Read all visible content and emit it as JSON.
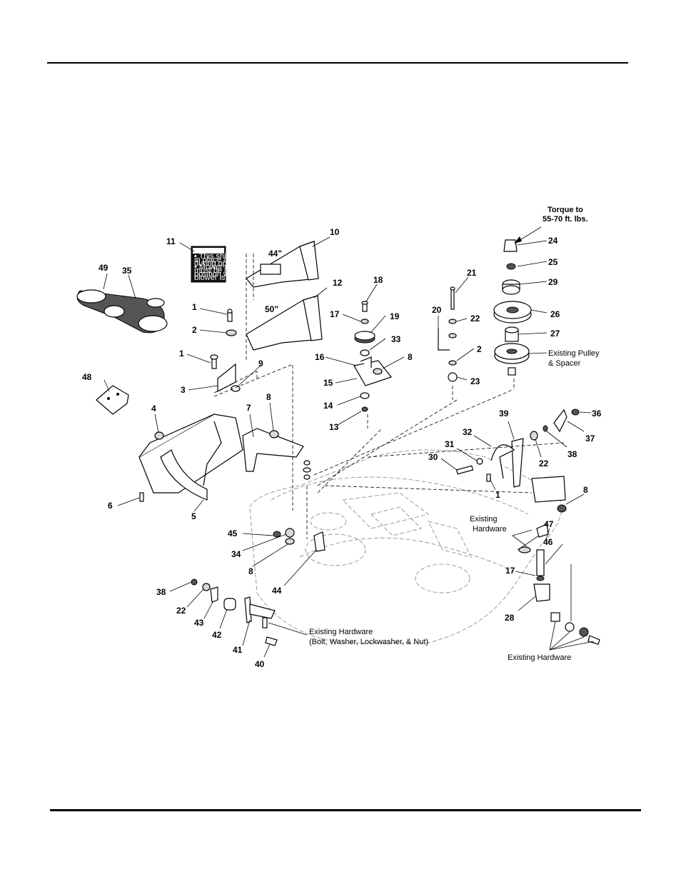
{
  "callouts": [
    {
      "id": "c11",
      "text": "11"
    },
    {
      "id": "c10",
      "text": "10"
    },
    {
      "id": "c49",
      "text": "49"
    },
    {
      "id": "c35",
      "text": "35"
    },
    {
      "id": "c12",
      "text": "12"
    },
    {
      "id": "c44in",
      "text": "44\""
    },
    {
      "id": "c50in",
      "text": "50\""
    },
    {
      "id": "c1a",
      "text": "1"
    },
    {
      "id": "c2a",
      "text": "2"
    },
    {
      "id": "c1b",
      "text": "1"
    },
    {
      "id": "c9",
      "text": "9"
    },
    {
      "id": "c3",
      "text": "3"
    },
    {
      "id": "c48",
      "text": "48"
    },
    {
      "id": "c4",
      "text": "4"
    },
    {
      "id": "c8a",
      "text": "8"
    },
    {
      "id": "c7",
      "text": "7"
    },
    {
      "id": "c6",
      "text": "6"
    },
    {
      "id": "c5",
      "text": "5"
    },
    {
      "id": "c18",
      "text": "18"
    },
    {
      "id": "c17a",
      "text": "17"
    },
    {
      "id": "c19",
      "text": "19"
    },
    {
      "id": "c33",
      "text": "33"
    },
    {
      "id": "c16",
      "text": "16"
    },
    {
      "id": "c8b",
      "text": "8"
    },
    {
      "id": "c15",
      "text": "15"
    },
    {
      "id": "c14",
      "text": "14"
    },
    {
      "id": "c13",
      "text": "13"
    },
    {
      "id": "c21",
      "text": "21"
    },
    {
      "id": "c20",
      "text": "20"
    },
    {
      "id": "c22a",
      "text": "22"
    },
    {
      "id": "c2b",
      "text": "2"
    },
    {
      "id": "c23",
      "text": "23"
    },
    {
      "id": "c24",
      "text": "24"
    },
    {
      "id": "c25",
      "text": "25"
    },
    {
      "id": "c29",
      "text": "29"
    },
    {
      "id": "c26",
      "text": "26"
    },
    {
      "id": "c27",
      "text": "27"
    },
    {
      "id": "c36",
      "text": "36"
    },
    {
      "id": "c39",
      "text": "39"
    },
    {
      "id": "c37",
      "text": "37"
    },
    {
      "id": "c32",
      "text": "32"
    },
    {
      "id": "c31",
      "text": "31"
    },
    {
      "id": "c22b",
      "text": "22"
    },
    {
      "id": "c38a",
      "text": "38"
    },
    {
      "id": "c30",
      "text": "30"
    },
    {
      "id": "c1c",
      "text": "1"
    },
    {
      "id": "c8c",
      "text": "8"
    },
    {
      "id": "c45",
      "text": "45"
    },
    {
      "id": "c34",
      "text": "34"
    },
    {
      "id": "c8d",
      "text": "8"
    },
    {
      "id": "c44",
      "text": "44"
    },
    {
      "id": "c47",
      "text": "47"
    },
    {
      "id": "c46",
      "text": "46"
    },
    {
      "id": "c17b",
      "text": "17"
    },
    {
      "id": "c28",
      "text": "28"
    },
    {
      "id": "c38b",
      "text": "38"
    },
    {
      "id": "c22c",
      "text": "22"
    },
    {
      "id": "c43",
      "text": "43"
    },
    {
      "id": "c42",
      "text": "42"
    },
    {
      "id": "c41",
      "text": "41"
    },
    {
      "id": "c40",
      "text": "40"
    }
  ],
  "notes": {
    "torque_line1": "Torque to",
    "torque_line2": "55-70 ft. lbs.",
    "existing_pulley_line1": "Existing Pulley",
    "existing_pulley_line2": "& Spacer",
    "existing_hw_a_line1": "Existing",
    "existing_hw_a_line2": "Hardware",
    "existing_hw_b_line1": "Existing Hardware",
    "existing_hw_b_line2": "(Bolt, Washer, Lockwasher, & Nut)",
    "existing_hw_c": "Existing Hardware"
  },
  "decal": {
    "line1": "• This shield must be",
    "line2": "in place at all times",
    "line3": "during operation.",
    "line4": "• Mower deflector",
    "line5": "must be in down",
    "line6": "position when",
    "line7": "blower is removed."
  }
}
